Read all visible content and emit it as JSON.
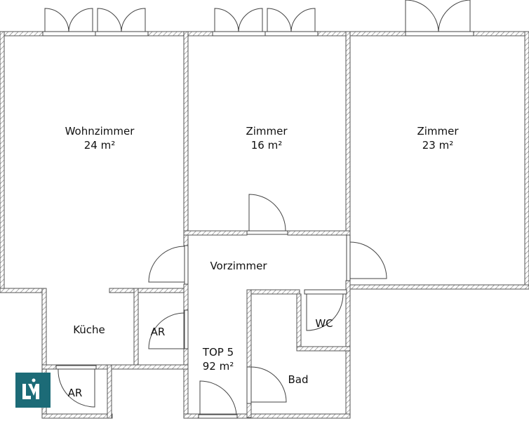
{
  "plan": {
    "unit_label": "TOP 5",
    "unit_area": "92 m²",
    "colors": {
      "wall_line": "#555555",
      "hatch": "#777777",
      "logo_bg": "#1c6b77",
      "logo_fg": "#ffffff"
    },
    "rooms": [
      {
        "name": "Wohnzimmer",
        "area": "24 m²"
      },
      {
        "name": "Zimmer",
        "area": "16 m²"
      },
      {
        "name": "Zimmer",
        "area": "23 m²"
      },
      {
        "name": "Vorzimmer",
        "area": ""
      },
      {
        "name": "Küche",
        "area": ""
      },
      {
        "name": "AR",
        "area": ""
      },
      {
        "name": "AR",
        "area": ""
      },
      {
        "name": "WC",
        "area": ""
      },
      {
        "name": "Bad",
        "area": ""
      }
    ]
  },
  "logo": {
    "icon": "lm-logo-icon"
  }
}
